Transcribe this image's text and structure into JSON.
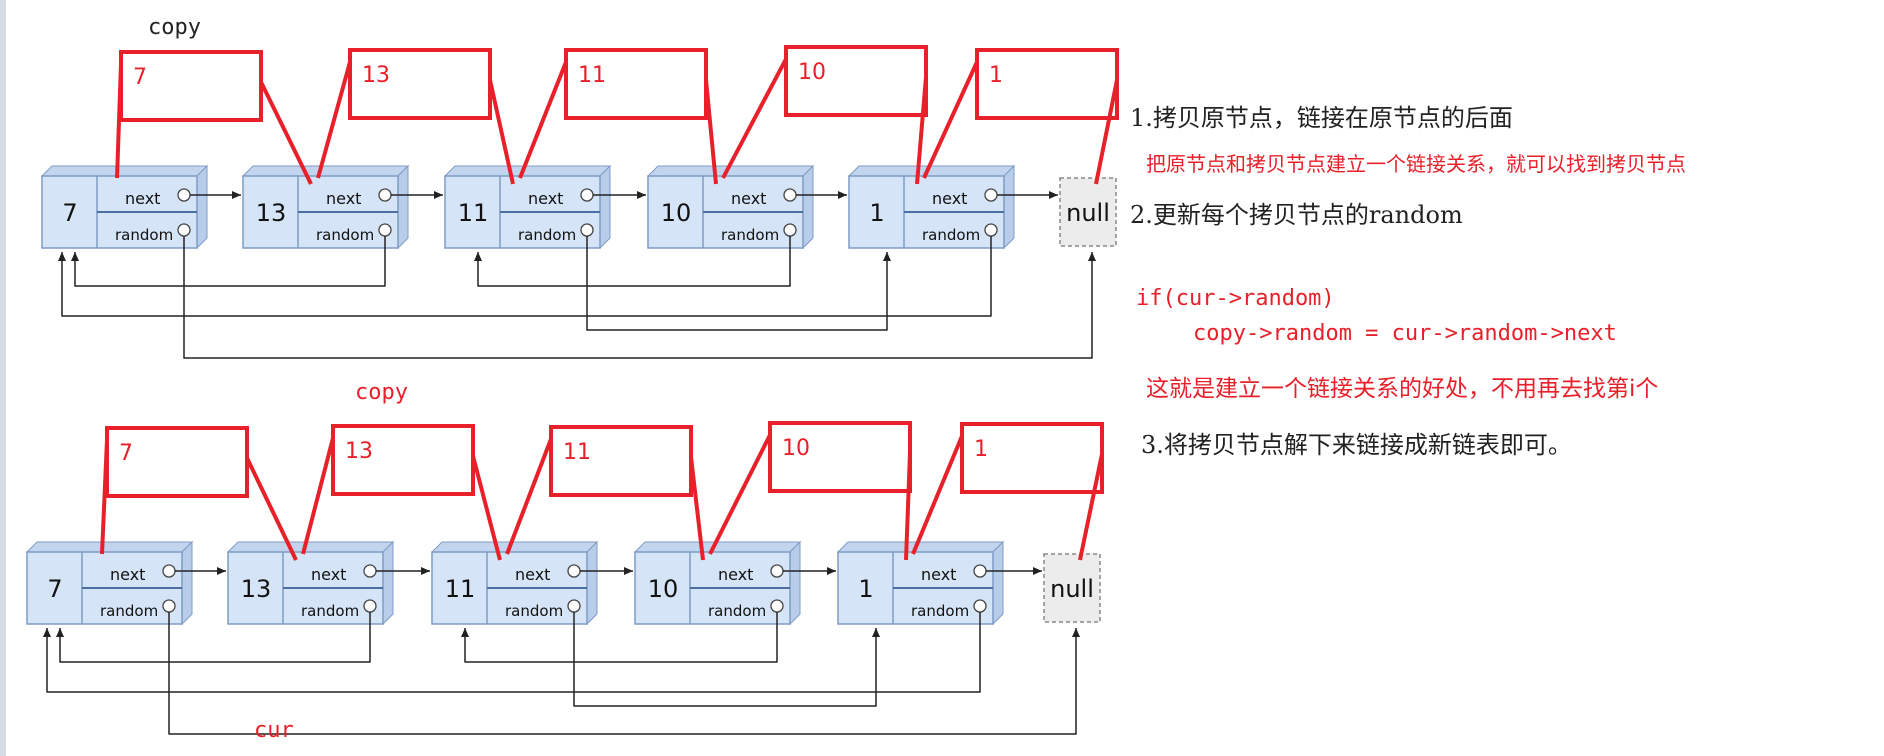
{
  "colors": {
    "accent_red": "#e8202a",
    "node_fill": "#d6e4f7",
    "node_border": "#7f9cc4",
    "null_fill": "#ececec",
    "text_dark": "#222222"
  },
  "diagram_top": {
    "copy_label": "copy",
    "nodes": [
      {
        "value": "7",
        "next_label": "next",
        "random_label": "random"
      },
      {
        "value": "13",
        "next_label": "next",
        "random_label": "random"
      },
      {
        "value": "11",
        "next_label": "next",
        "random_label": "random"
      },
      {
        "value": "10",
        "next_label": "next",
        "random_label": "random"
      },
      {
        "value": "1",
        "next_label": "next",
        "random_label": "random"
      }
    ],
    "copies": [
      "7",
      "13",
      "11",
      "10",
      "1"
    ],
    "null_label": "null"
  },
  "diagram_bottom": {
    "copy_label": "copy",
    "cur_label": "cur",
    "nodes": [
      {
        "value": "7",
        "next_label": "next",
        "random_label": "random"
      },
      {
        "value": "13",
        "next_label": "next",
        "random_label": "random"
      },
      {
        "value": "11",
        "next_label": "next",
        "random_label": "random"
      },
      {
        "value": "10",
        "next_label": "next",
        "random_label": "random"
      },
      {
        "value": "1",
        "next_label": "next",
        "random_label": "random"
      }
    ],
    "copies": [
      "7",
      "13",
      "11",
      "10",
      "1"
    ],
    "null_label": "null"
  },
  "notes": {
    "step1": "1.拷贝原节点，链接在原节点的后面",
    "step1_detail": "把原节点和拷贝节点建立一个链接关系，就可以找到拷贝节点",
    "step2": "2.更新每个拷贝节点的random",
    "code_line1": "if(cur->random)",
    "code_line2": "copy->random = cur->random->next",
    "benefit": "这就是建立一个链接关系的好处，不用再去找第i个",
    "step3": "3.将拷贝节点解下来链接成新链表即可。"
  }
}
